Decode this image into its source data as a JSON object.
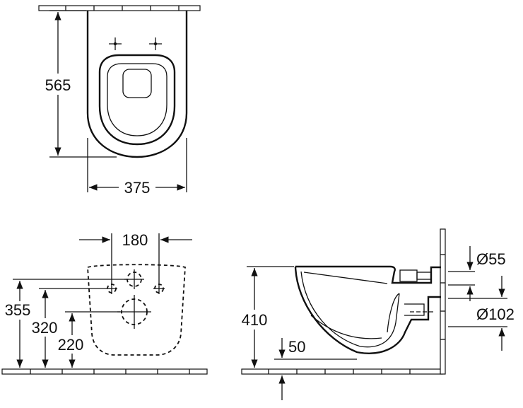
{
  "diagram": {
    "dimensions": {
      "top_depth": "565",
      "top_width": "375",
      "fixing_spacing": "180",
      "height_355": "355",
      "height_320": "320",
      "height_220": "220",
      "side_height": "410",
      "inlet_diameter": "Ø55",
      "outlet_diameter": "Ø102",
      "offset_50": "50"
    }
  }
}
